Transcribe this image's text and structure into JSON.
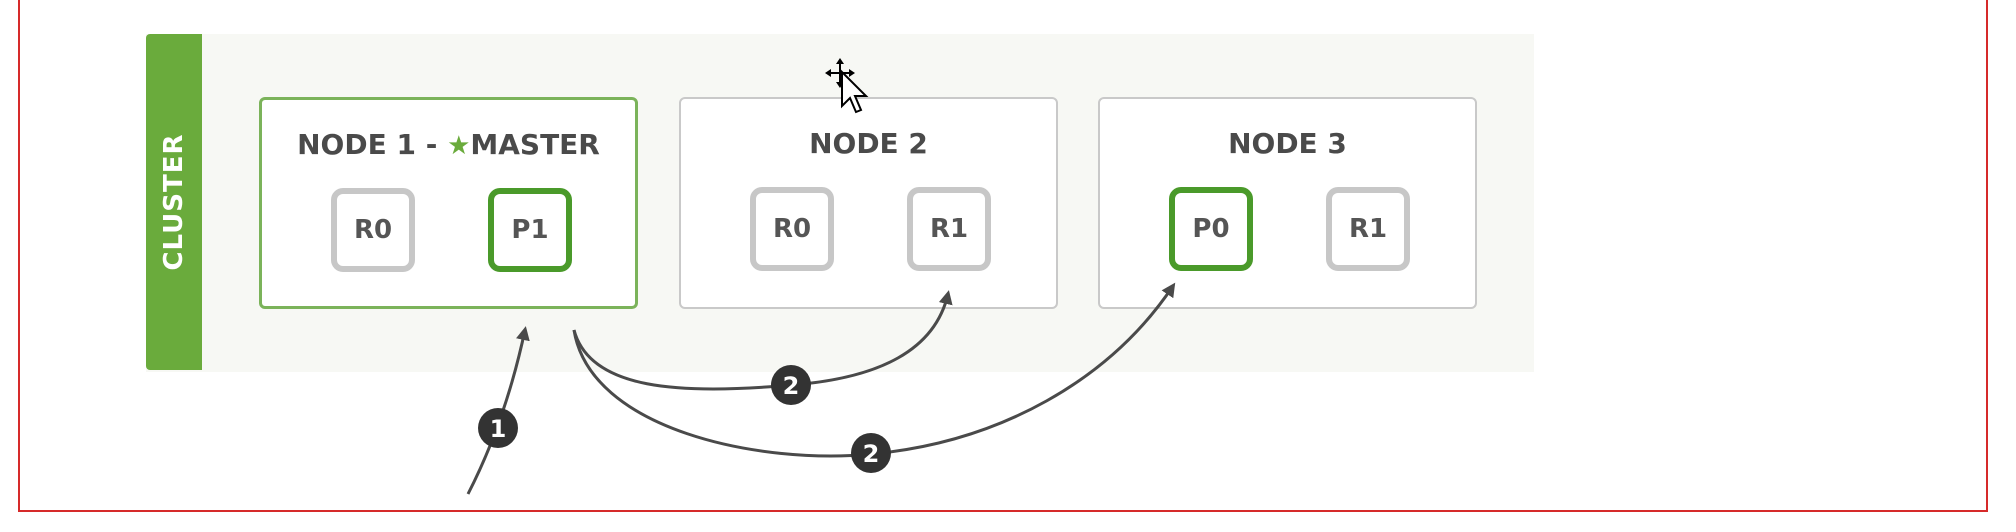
{
  "cluster": {
    "label": "CLUSTER"
  },
  "nodes": [
    {
      "title_prefix": "NODE 1 - ",
      "star_icon": "star-icon",
      "title_suffix": "MASTER",
      "shards": [
        {
          "label": "R0",
          "kind": "replica"
        },
        {
          "label": "P1",
          "kind": "primary"
        }
      ]
    },
    {
      "title": "NODE 2",
      "shards": [
        {
          "label": "R0",
          "kind": "replica"
        },
        {
          "label": "R1",
          "kind": "replica"
        }
      ]
    },
    {
      "title": "NODE 3",
      "shards": [
        {
          "label": "P0",
          "kind": "primary"
        },
        {
          "label": "R1",
          "kind": "replica"
        }
      ]
    }
  ],
  "steps": [
    {
      "label": "1"
    },
    {
      "label": "2"
    },
    {
      "label": "2"
    }
  ],
  "colors": {
    "accent": "#6aab3c",
    "primary_border": "#4a9a2a",
    "replica_border": "#c7c7c7",
    "frame": "#d62a2a",
    "arrow": "#4a4a4a"
  }
}
